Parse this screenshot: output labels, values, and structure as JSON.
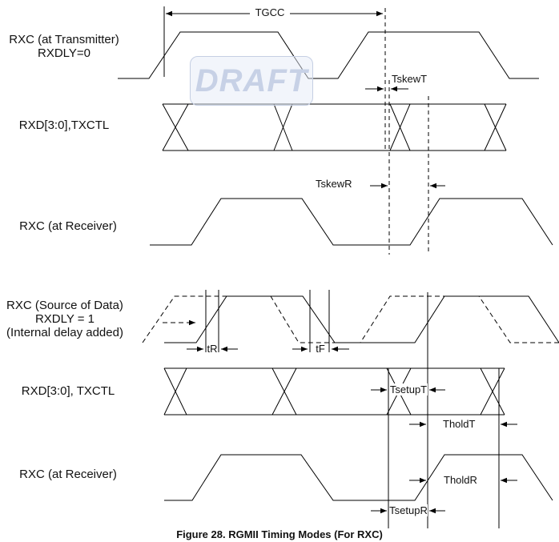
{
  "watermark": "DRAFT",
  "signals": {
    "rxc_tx_line1": "RXC (at Transmitter)",
    "rxc_tx_line2": "RXDLY=0",
    "rxd_top": "RXD[3:0],TXCTL",
    "rxc_rx_top": "RXC (at Receiver)",
    "rxc_src_line1": "RXC (Source of Data)",
    "rxc_src_line2": "RXDLY = 1",
    "rxc_src_line3": "(Internal delay added)",
    "rxd_bottom": "RXD[3:0], TXCTL",
    "rxc_rx_bottom": "RXC (at Receiver)"
  },
  "timing_labels": {
    "tgcc": "TGCC",
    "tskewt": "TskewT",
    "tskewr": "TskewR",
    "tr": "tR",
    "tf": "tF",
    "tsetupt": "TsetupT",
    "tholdt": "TholdT",
    "tholdr": "TholdR",
    "tsetupr": "TsetupR"
  },
  "caption": "Figure 28. RGMII Timing Modes (For RXC)"
}
